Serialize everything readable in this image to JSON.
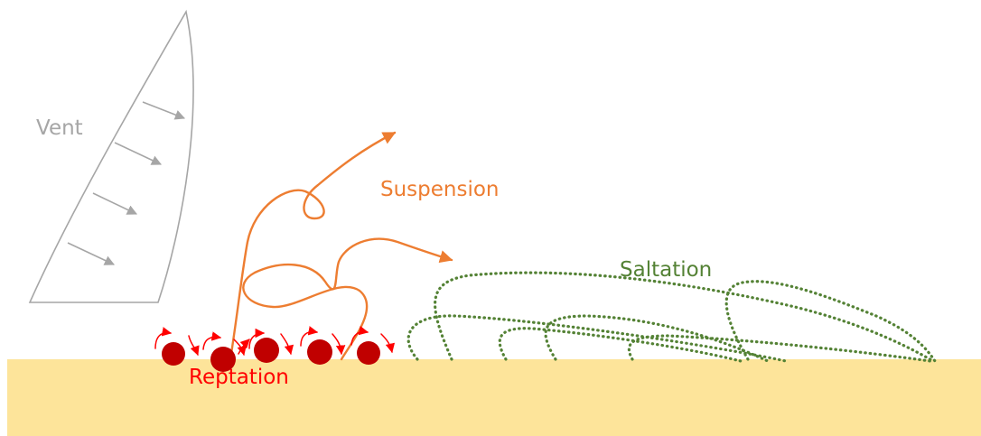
{
  "labels": {
    "vent": "Vent",
    "suspension": "Suspension",
    "saltation": "Saltation",
    "reptation": "Reptation"
  },
  "colors": {
    "ground": "#fde49a",
    "vent": "#a6a6a6",
    "suspension": "#ed7d31",
    "saltation": "#548235",
    "reptation": "#ff0000",
    "particle": "#c00000"
  },
  "icons": {
    "wind_profile": "wind-velocity-profile",
    "flow_arrow": "arrow-right-icon",
    "grain": "sand-grain-icon"
  }
}
